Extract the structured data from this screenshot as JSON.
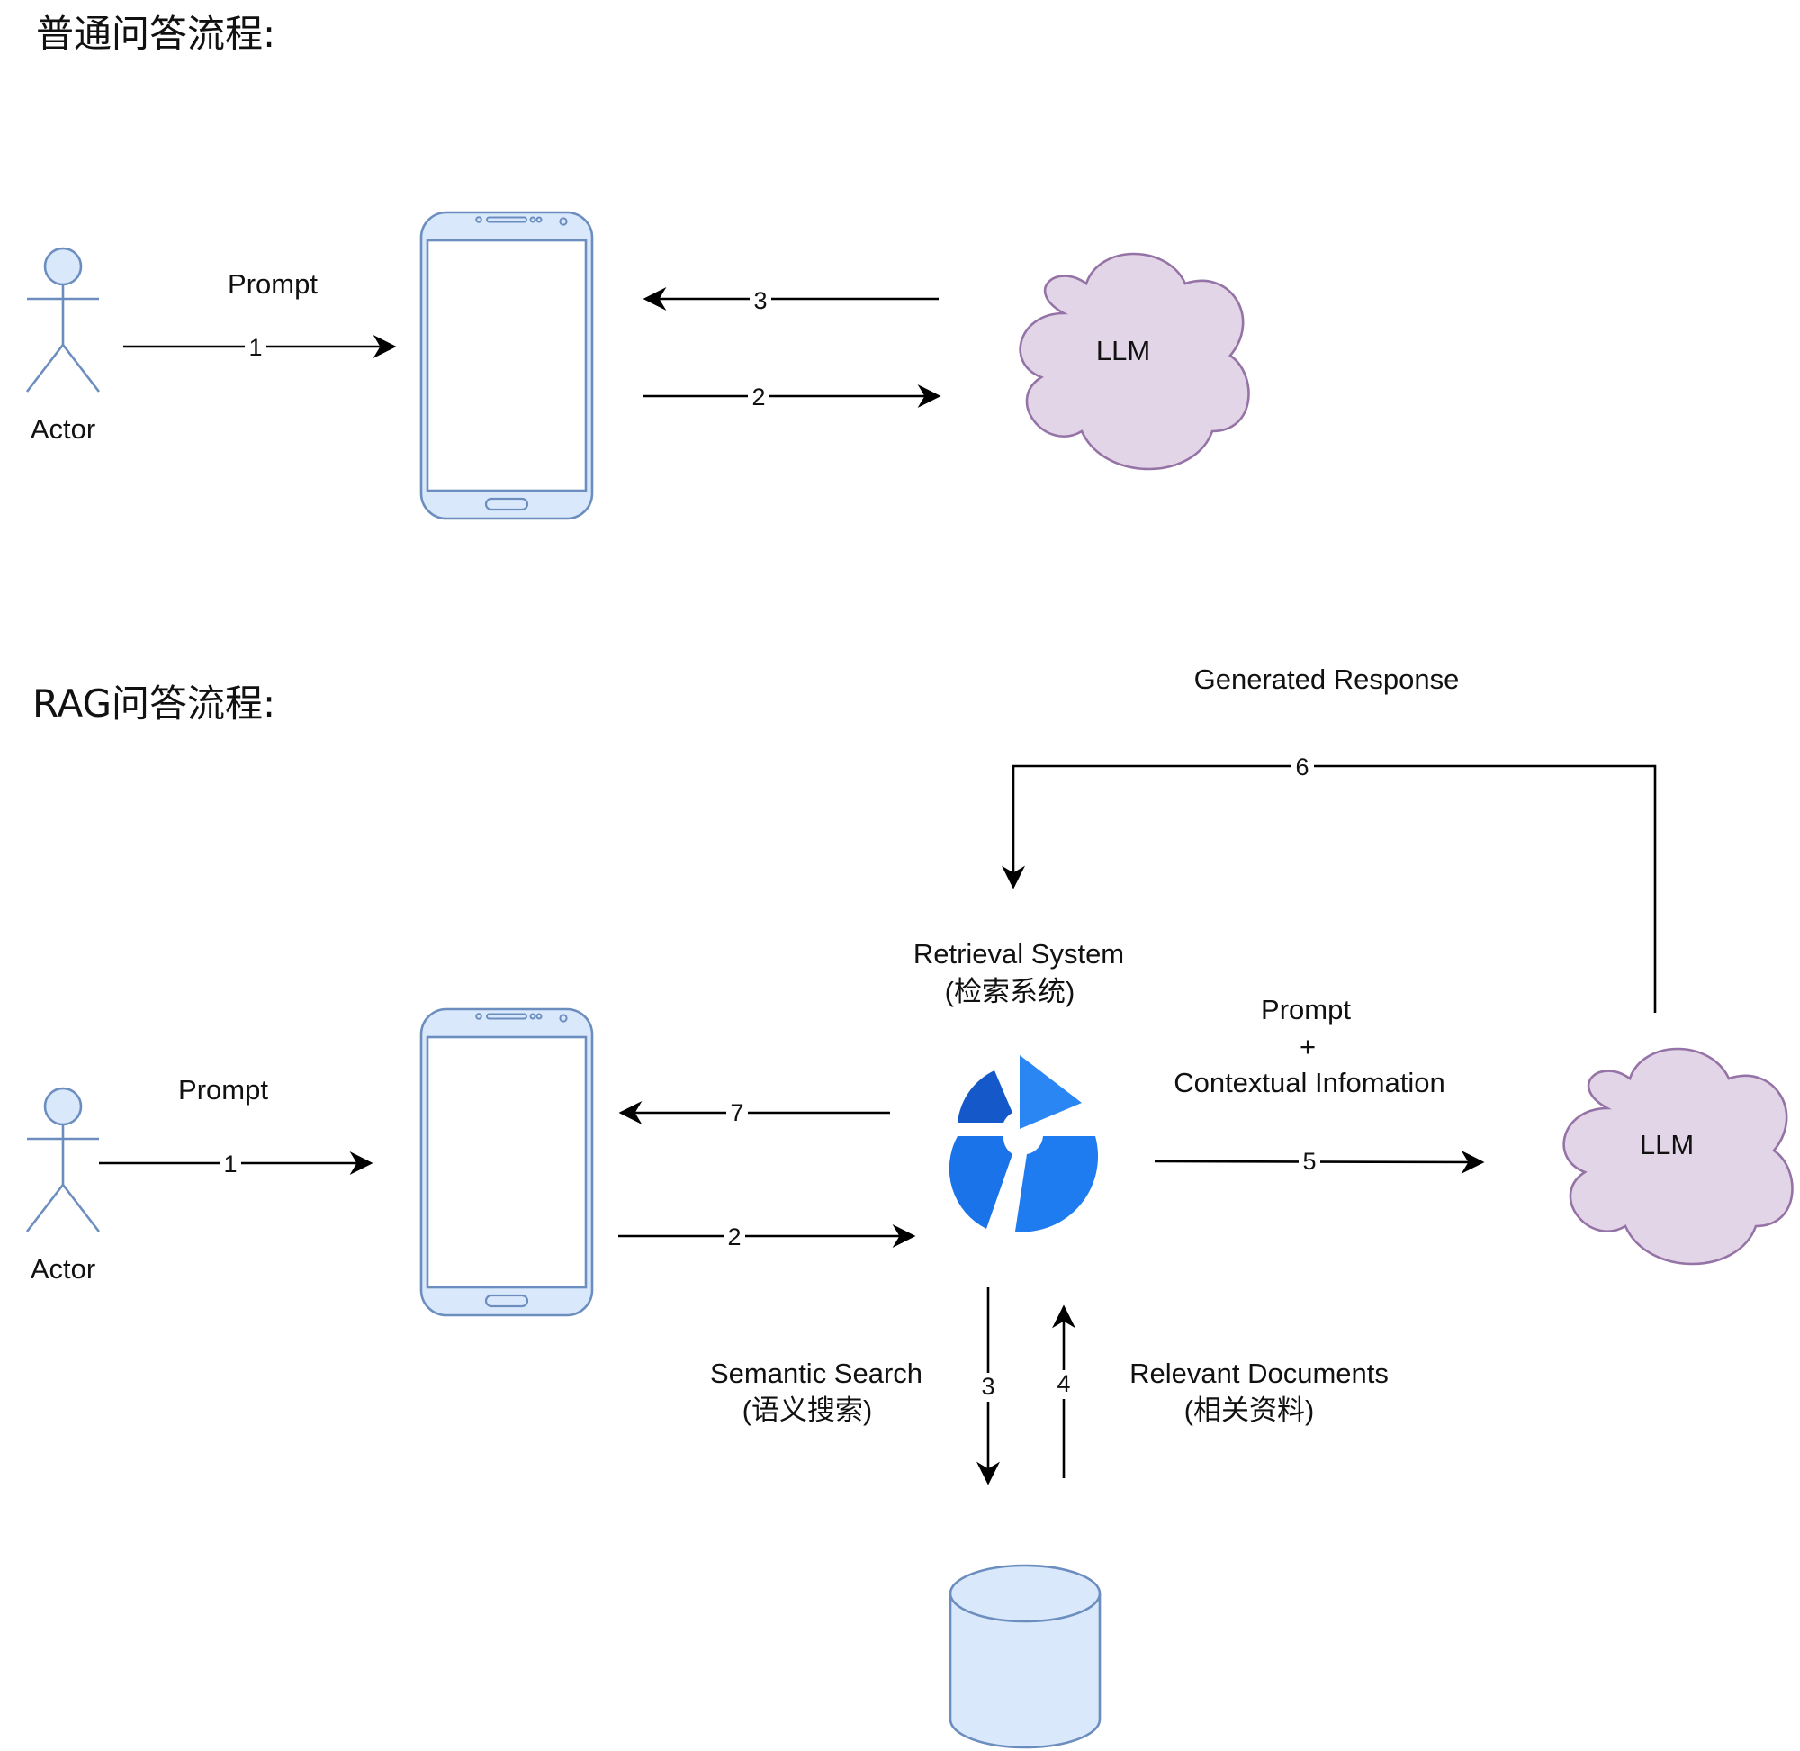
{
  "top": {
    "title": "普通问答流程:",
    "actor": "Actor",
    "prompt": "Prompt",
    "llm": "LLM",
    "steps": [
      "1",
      "2",
      "3"
    ]
  },
  "rag": {
    "title": "RAG问答流程:",
    "actor": "Actor",
    "prompt": "Prompt",
    "llm": "LLM",
    "retrieval_line1": "Retrieval System",
    "retrieval_line2": "(检索系统)",
    "ctx_line1": "Prompt",
    "ctx_line2": "+",
    "ctx_line3": "Contextual Infomation",
    "generated": "Generated Response",
    "semantic_line1": "Semantic Search",
    "semantic_line2": "(语义搜索)",
    "relevant_line1": "Relevant Documents",
    "relevant_line2": "(相关资料)",
    "steps": [
      "1",
      "2",
      "3",
      "4",
      "5",
      "6",
      "7"
    ]
  },
  "colors": {
    "actor_fill": "#dae8fc",
    "actor_stroke": "#6c8ebf",
    "cloud_fill": "#e1d5e7",
    "cloud_stroke": "#9673a6",
    "logo_blue": "#1a73e8"
  }
}
